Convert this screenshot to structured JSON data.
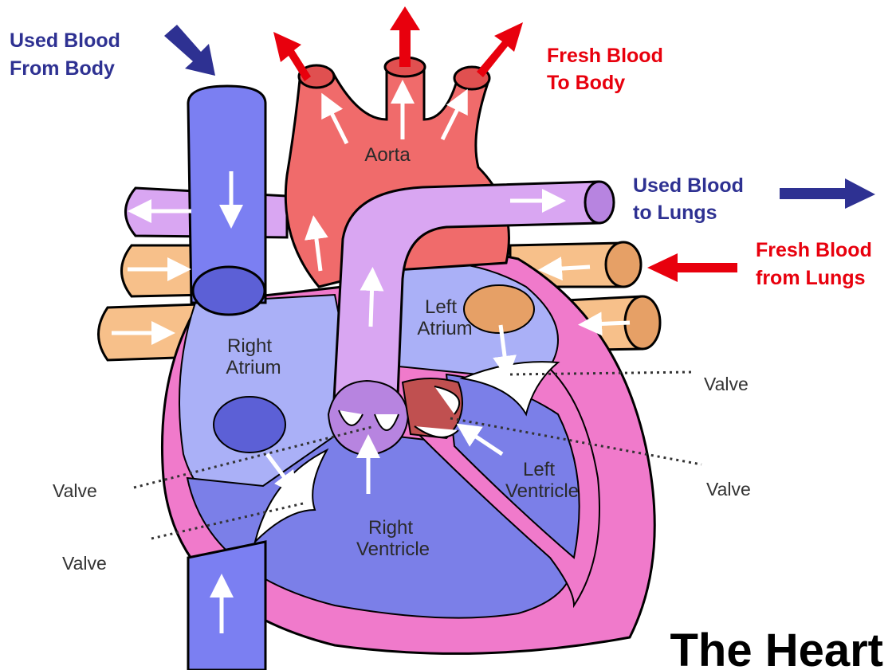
{
  "title": "The Heart",
  "callouts": {
    "used_body": [
      "Used Blood",
      "From Body"
    ],
    "fresh_body": [
      "Fresh Blood",
      "To Body"
    ],
    "used_lungs": [
      "Used Blood",
      "to Lungs"
    ],
    "fresh_lungs": [
      "Fresh Blood",
      "from Lungs"
    ]
  },
  "parts": {
    "aorta": "Aorta",
    "left_atrium": [
      "Left",
      "Atrium"
    ],
    "right_atrium": [
      "Right",
      "Atrium"
    ],
    "left_ventricle": [
      "Left",
      "Ventricle"
    ],
    "right_ventricle": [
      "Right",
      "Ventricle"
    ]
  },
  "valves": {
    "top_right": "Valve",
    "mid_right": "Valve",
    "left_upper": "Valve",
    "left_lower": "Valve"
  },
  "colors": {
    "used_blood": "#2e3192",
    "fresh_blood": "#e8000d",
    "vena_cava": "#7b7ff2",
    "aorta": "#f06b6b",
    "pulmonary_artery": "#d9a6f2",
    "pulmonary_veins": "#f7c08a",
    "heart_wall": "#f07acb",
    "chamber": "#7b7fe8",
    "atrium_light": "#aab0f7"
  }
}
